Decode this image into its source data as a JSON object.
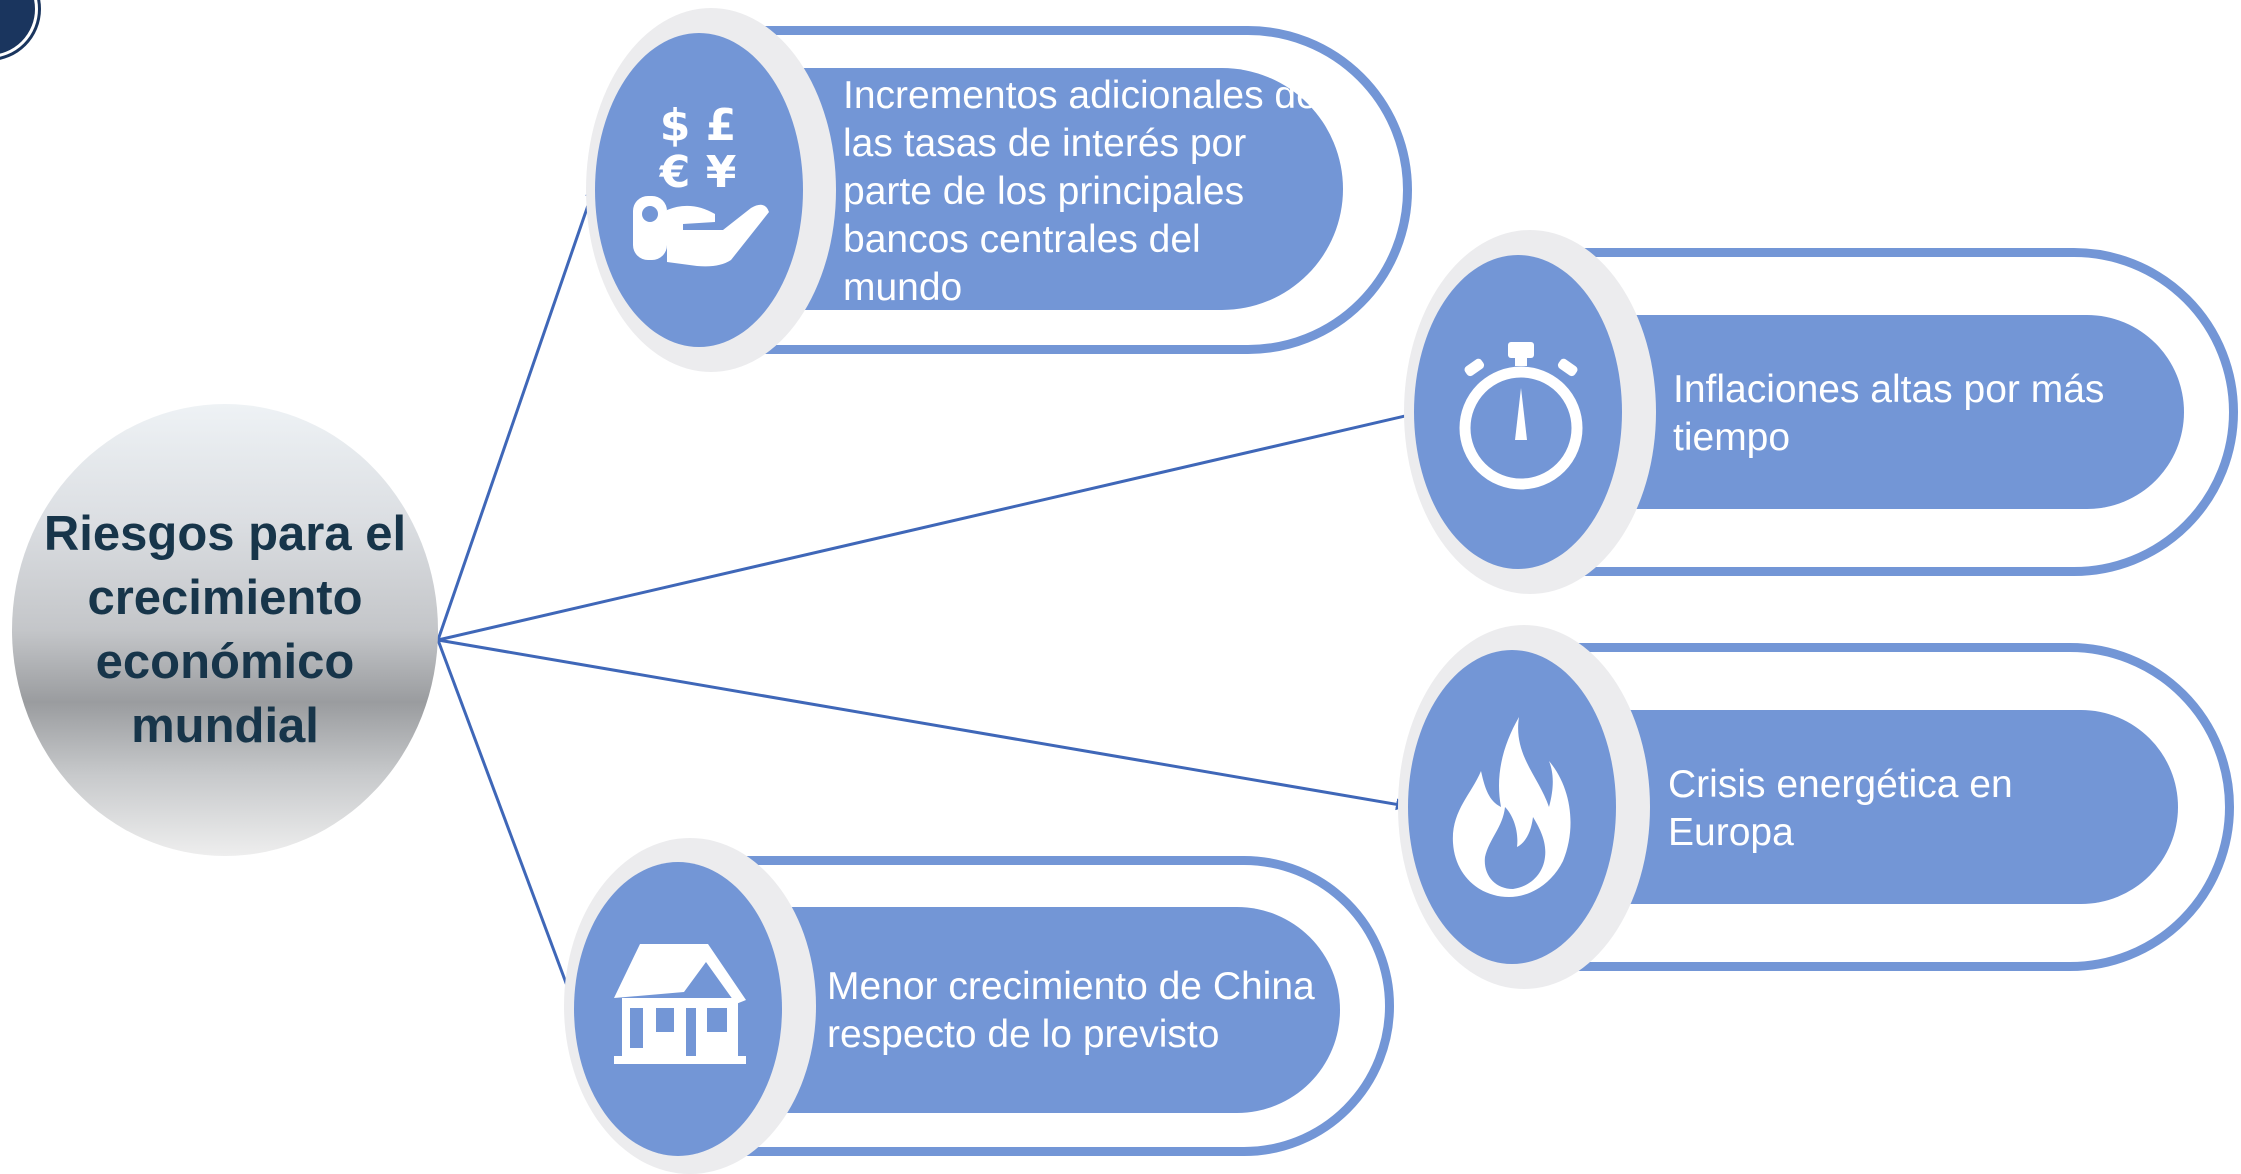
{
  "hub": {
    "label": "Riesgos para el crecimiento económico mundial"
  },
  "risks": [
    {
      "id": "rates",
      "icon": "currency-hand-icon",
      "text": "Incrementos adicionales de las tasas de interés por parte de los principales bancos centrales del mundo"
    },
    {
      "id": "inflation",
      "icon": "stopwatch-icon",
      "text": "Inflaciones altas por más tiempo"
    },
    {
      "id": "energy",
      "icon": "flame-icon",
      "text": "Crisis energética en Europa"
    },
    {
      "id": "china",
      "icon": "house-icon",
      "text": "Menor crecimiento de China respecto de lo previsto"
    }
  ],
  "icons": {
    "currency_symbols": [
      "$",
      "£",
      "€",
      "¥"
    ]
  },
  "colors": {
    "accent": "#7396d6",
    "ring": "#ececee",
    "hub_text": "#17354a",
    "arrow": "#3f67b8"
  }
}
